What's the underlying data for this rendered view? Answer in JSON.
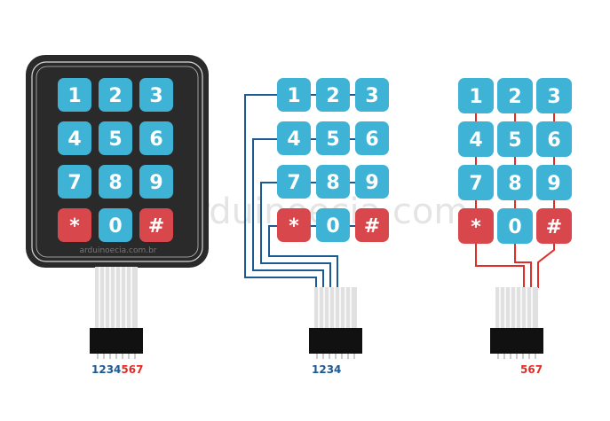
{
  "keypad": {
    "keys": [
      [
        "1",
        "2",
        "3"
      ],
      [
        "4",
        "5",
        "6"
      ],
      [
        "7",
        "8",
        "9"
      ],
      [
        "*",
        "0",
        "#"
      ]
    ],
    "watermark": "arduinoecia.com.br"
  },
  "background_watermark": "arduinoecia.com",
  "pin_labels": {
    "left_blue": "1234",
    "left_red": "567",
    "middle": "1234",
    "right": "567"
  },
  "colors": {
    "key_blue": "#3fb3d6",
    "key_red": "#d8474c",
    "wire_blue": "#1c5a93",
    "wire_red": "#e02d27",
    "label_blue": "#1c5a93",
    "label_red": "#e02d27",
    "keypad_body": "#2a2a2a"
  }
}
